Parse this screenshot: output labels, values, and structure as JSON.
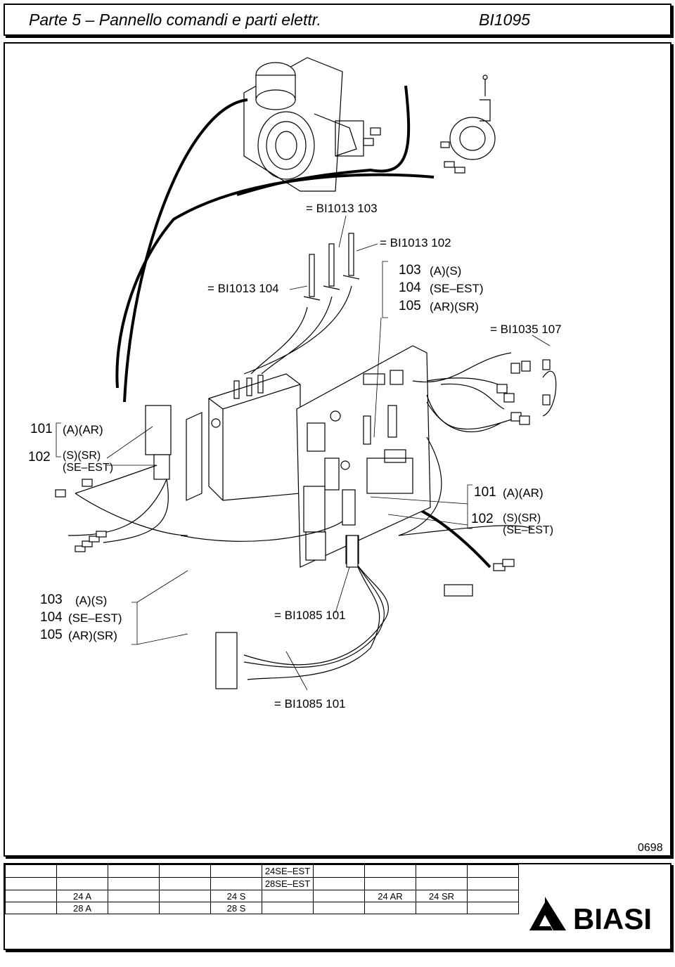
{
  "header": {
    "title": "Parte 5 – Pannello comandi e parti elettr.",
    "code": "BI1095"
  },
  "labels": {
    "ref_103": "= BI1013 103",
    "ref_102": "= BI1013 102",
    "ref_104": "= BI1013 104",
    "ref_107": "= BI1035 107",
    "ref_101a": "= BI1085 101",
    "ref_101b": "= BI1085 101",
    "revision": "0698"
  },
  "groups": {
    "top_right": [
      {
        "num": "103",
        "text": "(A)(S)"
      },
      {
        "num": "104",
        "text": "(SE–EST)"
      },
      {
        "num": "105",
        "text": "(AR)(SR)"
      }
    ],
    "left": [
      {
        "num": "101",
        "text": "(A)(AR)"
      },
      {
        "num": "102",
        "text": "(S)(SR)",
        "text2": "(SE–EST)"
      }
    ],
    "right": [
      {
        "num": "101",
        "text": "(A)(AR)"
      },
      {
        "num": "102",
        "text": "(S)(SR)",
        "text2": "(SE–EST)"
      }
    ],
    "bottom_left": [
      {
        "num": "103",
        "text": "(A)(S)"
      },
      {
        "num": "104",
        "text": "(SE–EST)"
      },
      {
        "num": "105",
        "text": "(AR)(SR)"
      }
    ]
  },
  "footer_table": {
    "rows": [
      [
        "",
        "",
        "",
        "",
        "",
        "24SE–EST",
        "",
        "",
        "",
        ""
      ],
      [
        "",
        "",
        "",
        "",
        "",
        "28SE–EST",
        "",
        "",
        "",
        ""
      ],
      [
        "",
        "24 A",
        "",
        "",
        "24 S",
        "",
        "",
        "24 AR",
        "24 SR",
        ""
      ],
      [
        "",
        "28 A",
        "",
        "",
        "28 S",
        "",
        "",
        "",
        "",
        ""
      ]
    ]
  },
  "logo": {
    "text": "BIASI"
  }
}
